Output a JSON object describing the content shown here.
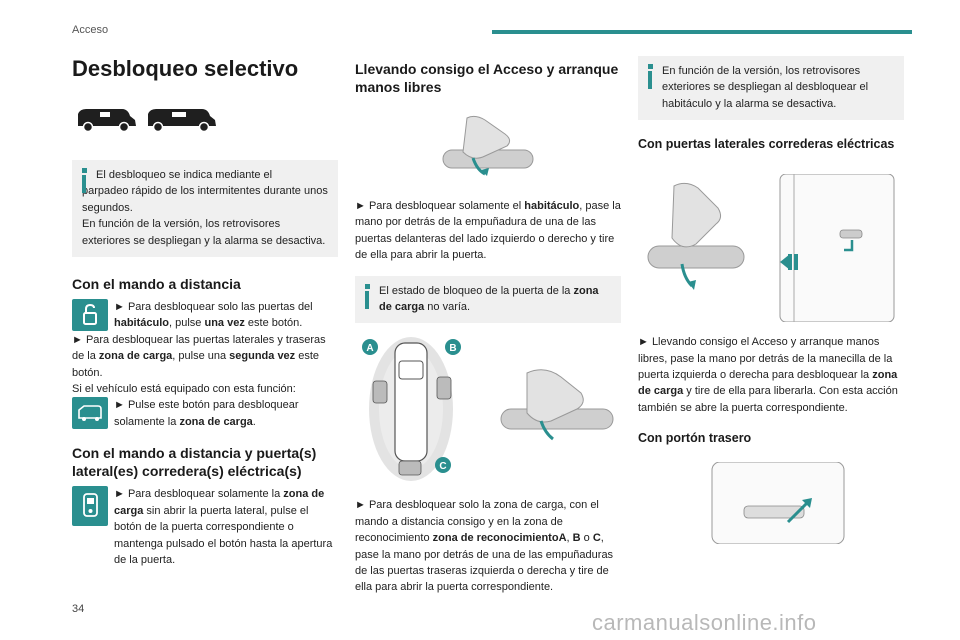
{
  "header": {
    "section": "Acceso"
  },
  "page_number": "34",
  "watermark": "carmanualsonline.info",
  "col1": {
    "title": "Desbloqueo selectivo",
    "note": {
      "line1": "El desbloqueo se indica mediante el",
      "line2": "parpadeo rápido de los intermitentes durante unos segundos.",
      "line3": "En función de la versión, los retrovisores exteriores se despliegan y la alarma se desactiva."
    },
    "remote": {
      "heading": "Con el mando a distancia",
      "p1a": "► Para desbloquear solo las puertas del ",
      "p1b": "habitáculo",
      "p1c": ", pulse ",
      "p1d": "una vez",
      "p1e": " este botón.",
      "p2a": "► Para desbloquear las puertas laterales y traseras de la ",
      "p2b": "zona de carga",
      "p2c": ", pulse una ",
      "p2d": "segunda vez",
      "p2e": " este botón.",
      "p3": "Si el vehículo está equipado con esta función:",
      "p4a": "► Pulse este botón para desbloquear solamente la ",
      "p4b": "zona de carga",
      "p4c": "."
    },
    "remote_door": {
      "heading": "Con el mando a distancia y puerta(s) lateral(es) corredera(s) eléctrica(s)",
      "p1a": "► Para desbloquear solamente la ",
      "p1b": "zona de carga",
      "p1c": " sin abrir la puerta lateral, pulse el botón de la puerta correspondiente o mantenga pulsado el botón hasta la apertura de la puerta."
    }
  },
  "col2": {
    "heading": "Llevando consigo el Acceso y arranque manos libres",
    "p1a": "► Para desbloquear solamente el ",
    "p1b": "habitáculo",
    "p1c": ", pase la mano por detrás de la empuñadura de una de las puertas delanteras del lado izquierdo o derecho y tire de ella para abrir la puerta.",
    "note_a": "El estado de bloqueo de la puerta de la ",
    "note_b": "zona de carga",
    "note_c": " no varía.",
    "labels": {
      "a": "A",
      "b": "B",
      "c": "C"
    },
    "p2a": "► Para desbloquear solo la zona de carga, con el mando a distancia consigo y en la zona de reconocimiento ",
    "p2b": "zona de reconocimientoA",
    "p2c": ", ",
    "p2d": "B",
    "p2e": " o ",
    "p2f": "C",
    "p2g": ", pase la mano por detrás de una de las empuñaduras de las puertas traseras izquierda o derecha y tire de ella para abrir la puerta correspondiente."
  },
  "col3": {
    "note": "En función de la versión, los retrovisores exteriores se despliegan al desbloquear el habitáculo y la alarma se desactiva.",
    "sliding_heading": "Con puertas laterales correderas eléctricas",
    "p1a": "► Llevando consigo el Acceso y arranque manos libres, pase la mano por detrás de la manecilla de la puerta izquierda o derecha para desbloquear la ",
    "p1b": "zona de carga",
    "p1c": " y tire de ella para liberarla. Con esta acción también se abre la puerta correspondiente.",
    "tailgate_heading": "Con portón trasero"
  }
}
